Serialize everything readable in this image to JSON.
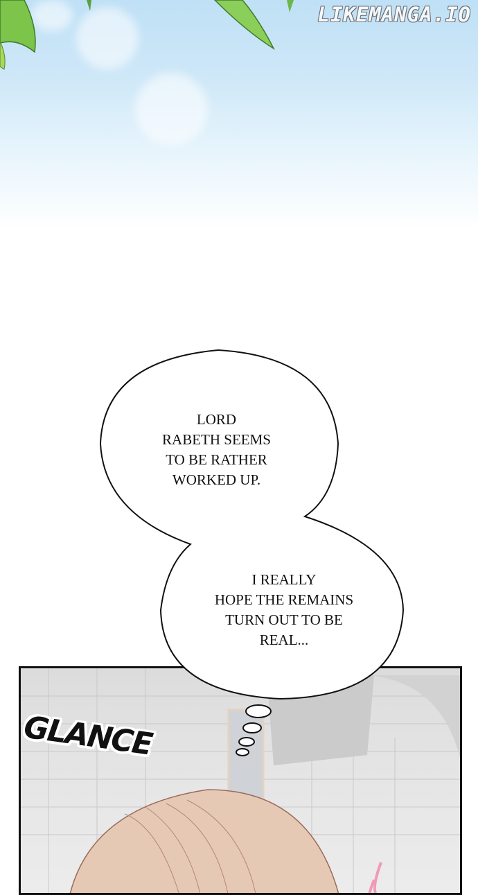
{
  "watermark": "LIKEMANGA.IO",
  "bubbles": {
    "top": {
      "lines": [
        "LORD",
        "RABETH SEEMS",
        "TO BE RATHER",
        "WORKED UP."
      ]
    },
    "bottom": {
      "lines": [
        "I REALLY",
        "HOPE THE REMAINS",
        "TURN OUT TO BE",
        "REAL..."
      ]
    }
  },
  "sfx": "GLANCE",
  "colors": {
    "sky": "#bfe0f6",
    "hair": "#e6c9b4",
    "panel_bg": "#e2e2e2",
    "leaf": "#7cc44a"
  }
}
